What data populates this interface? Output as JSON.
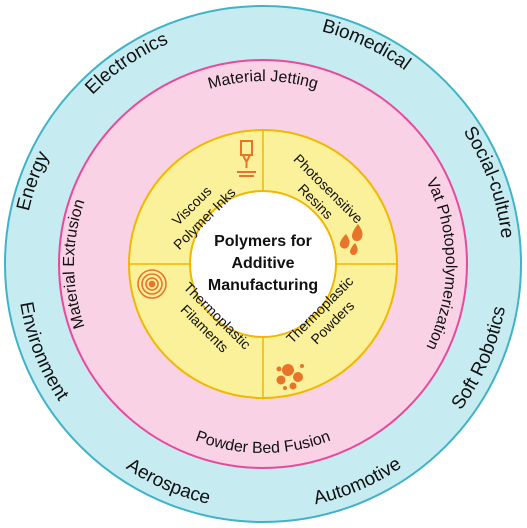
{
  "center": {
    "lines": [
      "Polymers for",
      "Additive",
      "Manufacturing"
    ]
  },
  "inner_ring": {
    "quadrants": [
      {
        "lines": [
          "Viscous",
          "Polymer Inks"
        ],
        "icon": "nozzle-printer-icon"
      },
      {
        "lines": [
          "Photosensitive",
          "Resins"
        ],
        "icon": "resin-drops-icon"
      },
      {
        "lines": [
          "Thermoplastic",
          "Filaments"
        ],
        "icon": "filament-spool-icon"
      },
      {
        "lines": [
          "Thermoplastic",
          "Powders"
        ],
        "icon": "powder-particles-icon"
      }
    ]
  },
  "middle_ring": {
    "labels": {
      "top": "Material Jetting",
      "right": "Vat Photopolymerization",
      "bottom": "Powder Bed Fusion",
      "left": "Material Extrusion"
    }
  },
  "outer_ring": {
    "labels": {
      "electronics": "Electronics",
      "biomedical": "Biomedical",
      "social_culture": "Social-culture",
      "environment": "Environment",
      "aerospace": "Aerospace",
      "automotive": "Automotive",
      "soft_robotics": "Soft Robotics",
      "energy": "Energy"
    }
  },
  "colors": {
    "outer_fill": "#c6ecf2",
    "outer_stroke": "#3fb3c8",
    "middle_fill": "#f9d2e6",
    "middle_stroke": "#e84a9b",
    "inner_fill": "#fbf19a",
    "inner_stroke": "#f0b800",
    "icon": "#e8742a",
    "center_fill": "#ffffff"
  }
}
